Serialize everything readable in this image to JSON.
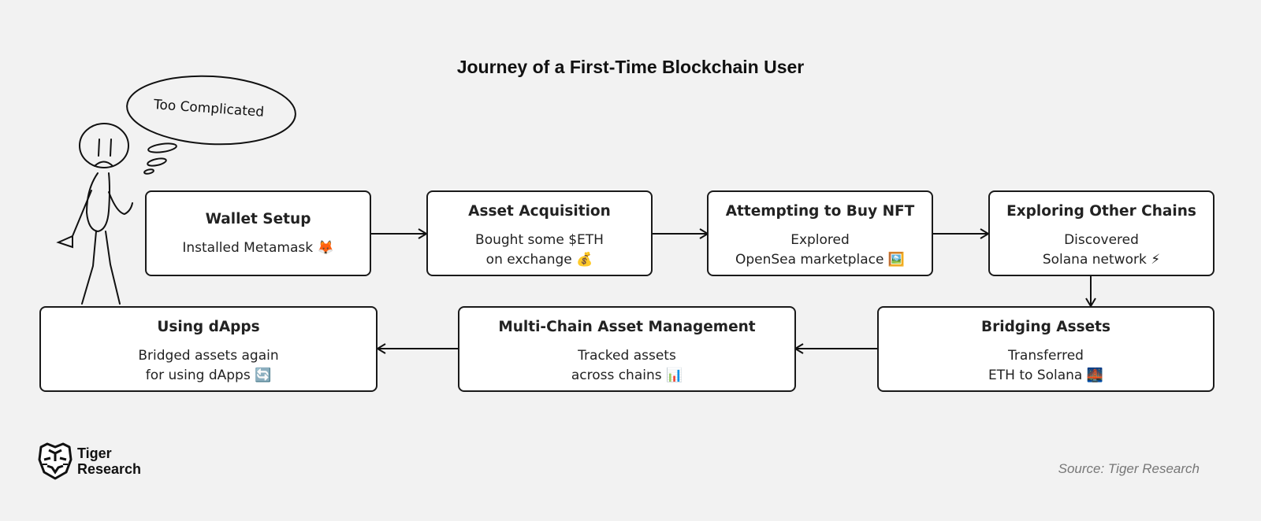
{
  "title": "Journey of a First-Time Blockchain User",
  "thought_bubble": "Too Complicated",
  "steps": [
    {
      "title": "Wallet Setup",
      "line1": "Installed Metamask 🦊",
      "line2": ""
    },
    {
      "title": "Asset Acquisition",
      "line1": "Bought some $ETH",
      "line2": "on exchange 💰"
    },
    {
      "title": "Attempting to Buy NFT",
      "line1": "Explored",
      "line2": "OpenSea marketplace 🖼️"
    },
    {
      "title": "Exploring Other Chains",
      "line1": "Discovered",
      "line2": "Solana network ⚡"
    },
    {
      "title": "Bridging Assets",
      "line1": "Transferred",
      "line2": "ETH to Solana 🌉"
    },
    {
      "title": "Multi-Chain Asset Management",
      "line1": "Tracked assets",
      "line2": "across chains 📊"
    },
    {
      "title": "Using dApps",
      "line1": "Bridged assets again",
      "line2": "for using dApps 🔄"
    }
  ],
  "logo": {
    "line1": "Tiger",
    "line2": "Research",
    "icon": "tiger-head-icon"
  },
  "source": "Source: Tiger Research",
  "colors": {
    "background": "#f2f2f2",
    "box_border": "#1a1a1a",
    "box_fill": "#ffffff",
    "source_text": "#777777"
  }
}
